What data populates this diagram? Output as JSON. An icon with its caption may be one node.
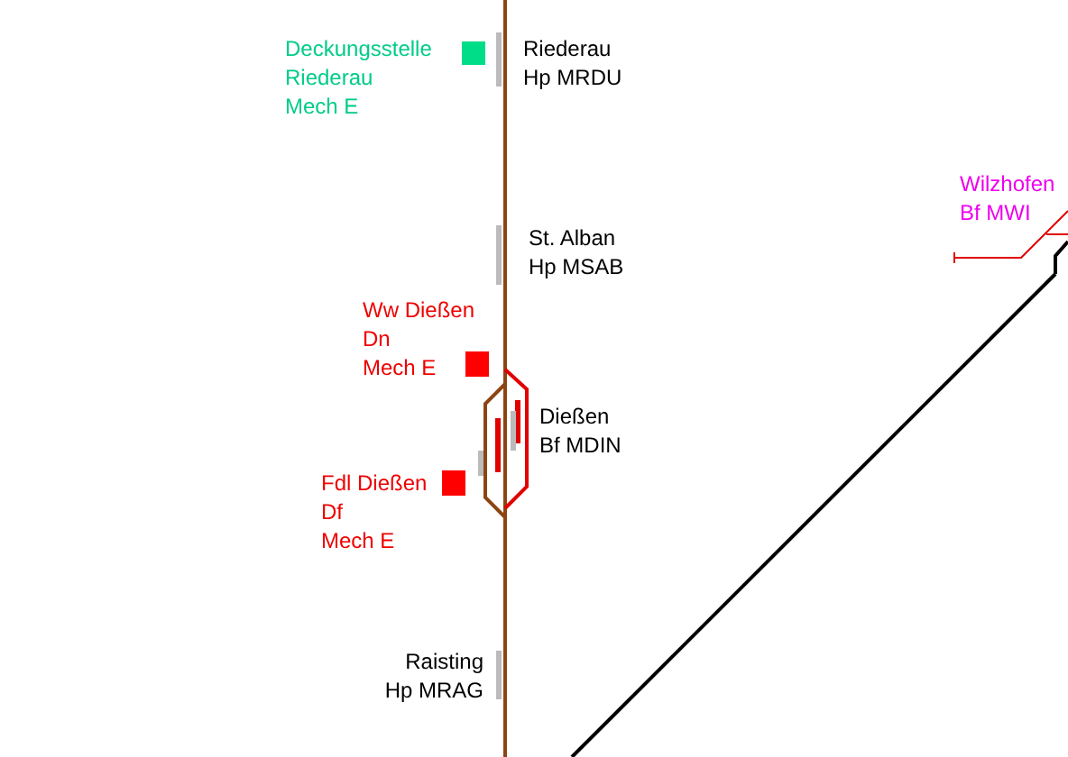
{
  "diagram": {
    "labels": [
      "Deckungsstelle Riederau Mech E",
      "Riederau Hp MRDU",
      "Wilzhofen Bf MWI",
      "St. Alban Hp MSAB",
      "Ww Dießen Dn Mech E",
      "Dießen Bf MDIN",
      "Fdl Dießen Df Mech E",
      "Raisting Hp MRAG"
    ]
  }
}
